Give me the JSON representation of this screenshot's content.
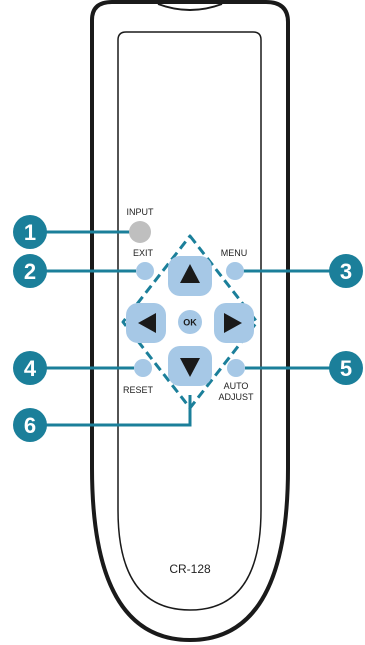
{
  "remote": {
    "model": "CR-128",
    "buttons": {
      "input": "INPUT",
      "exit": "EXIT",
      "menu": "MENU",
      "ok": "OK",
      "reset": "RESET",
      "auto_line1": "AUTO",
      "auto_line2": "ADJUST"
    }
  },
  "callouts": [
    "1",
    "2",
    "3",
    "4",
    "5",
    "6"
  ],
  "colors": {
    "accent": "#1b7f9a",
    "button_fill": "#a6c8e6",
    "input_button": "#bfbfbf",
    "outline": "#1a1a1a"
  }
}
